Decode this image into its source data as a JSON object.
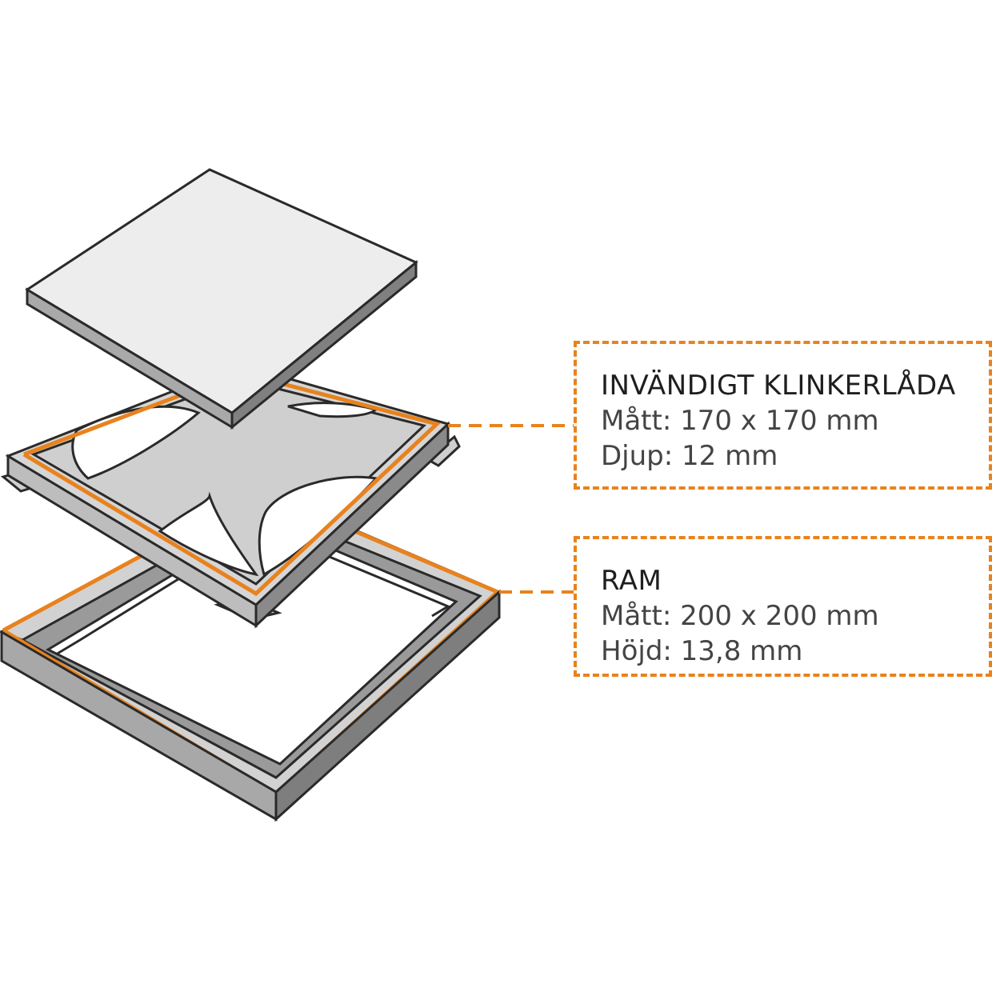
{
  "colors": {
    "accent": "#e8821e",
    "outline": "#2a2a2a",
    "panel": "#cfcfcf",
    "panel_light": "#eeeeee",
    "panel_dark": "#8c8c8c"
  },
  "callouts": {
    "box": {
      "title": "INVÄNDIGT KLINKERLÅDA",
      "dimension": "Mått: 170 x 170 mm",
      "depth": "Djup: 12 mm"
    },
    "frame": {
      "title": "RAM",
      "dimension": "Mått: 200 x 200 mm",
      "height": "Höjd: 13,8 mm"
    }
  }
}
